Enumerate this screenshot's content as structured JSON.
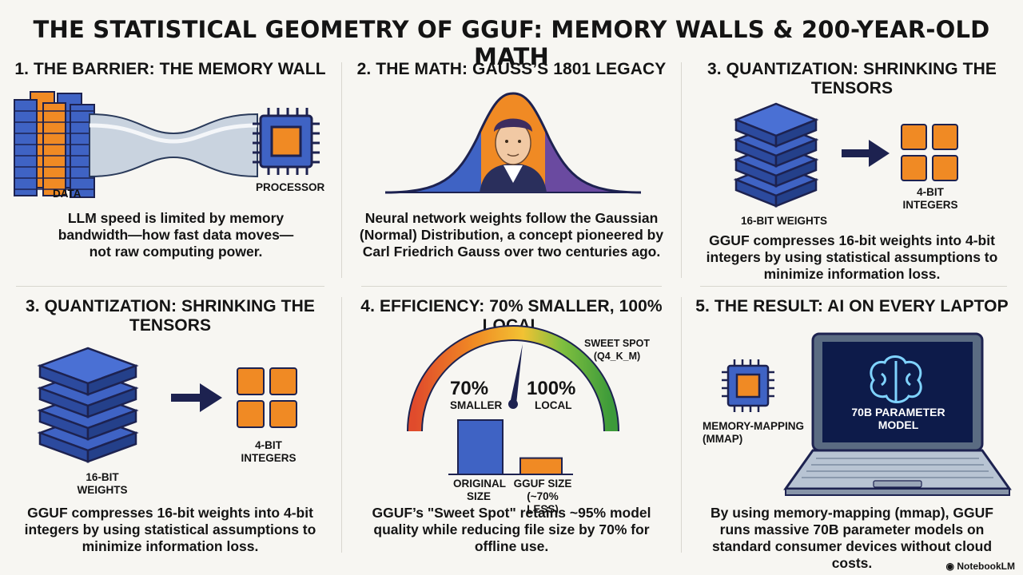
{
  "title": "THE STATISTICAL GEOMETRY OF GGUF: MEMORY WALLS & 200-YEAR-OLD MATH",
  "panels": {
    "p1": {
      "heading": "1. THE BARRIER: THE MEMORY WALL",
      "label_data": "DATA",
      "label_processor": "PROCESSOR",
      "description": "LLM speed is limited by memory bandwidth—how fast data moves—not raw computing power."
    },
    "p2": {
      "heading": "2. THE MATH: GAUSS’S 1801 LEGACY",
      "description": "Neural network weights follow the Gaussian (Normal) Distribution, a concept pioneered by Carl Friedrich Gauss over two centuries ago."
    },
    "p3": {
      "heading": "3. QUANTIZATION: SHRINKING THE TENSORS",
      "label_weights": "16-BIT WEIGHTS",
      "label_integers": "4-BIT INTEGERS",
      "description": "GGUF compresses 16-bit weights into 4-bit integers by using statistical assumptions to minimize information loss."
    },
    "p4": {
      "heading": "3. QUANTIZATION: SHRINKING THE TENSORS",
      "label_weights": "16-BIT WEIGHTS",
      "label_integers": "4-BIT INTEGERS",
      "description": "GGUF compresses 16-bit weights into 4-bit integers by using statistical assumptions to minimize information loss."
    },
    "p5": {
      "heading": "4. EFFICIENCY: 70% SMALLER, 100% LOCAL",
      "sweet_spot": "SWEET SPOT (Q4_K_M)",
      "stat_smaller_value": "70%",
      "stat_smaller_label": "SMALLER",
      "stat_local_value": "100%",
      "stat_local_label": "LOCAL",
      "bar_original_label": "ORIGINAL SIZE",
      "bar_gguf_label": "GGUF SIZE (~70% LESS)",
      "bar_original_value": 100,
      "bar_gguf_value": 30,
      "gauge_needle_fraction": 0.55,
      "description": "GGUF’s \"Sweet Spot\" retains ~95% model quality while reducing file size by 70% for offline use."
    },
    "p6": {
      "heading": "5. THE RESULT: AI ON EVERY LAPTOP",
      "label_mmap": "MEMORY-MAPPING (MMAP)",
      "screen_label": "70B PARAMETER MODEL",
      "description": "By using memory-mapping (mmap), GGUF runs massive 70B parameter models on standard consumer devices without cloud costs."
    }
  },
  "brand": "NotebookLM",
  "colors": {
    "blue": "#3f63c4",
    "blue_dark": "#1f2f6b",
    "orange": "#f08a24",
    "purple": "#6a4aa0",
    "green": "#4caa3c",
    "red": "#e04b2c",
    "navy": "#1d2250"
  },
  "icons": [
    "memory-stack-icon",
    "processor-chip-icon",
    "gauss-portrait-icon",
    "tensor-stack-icon",
    "arrow-right-icon",
    "integer-grid-icon",
    "gauge-icon",
    "laptop-icon",
    "brain-icon"
  ]
}
